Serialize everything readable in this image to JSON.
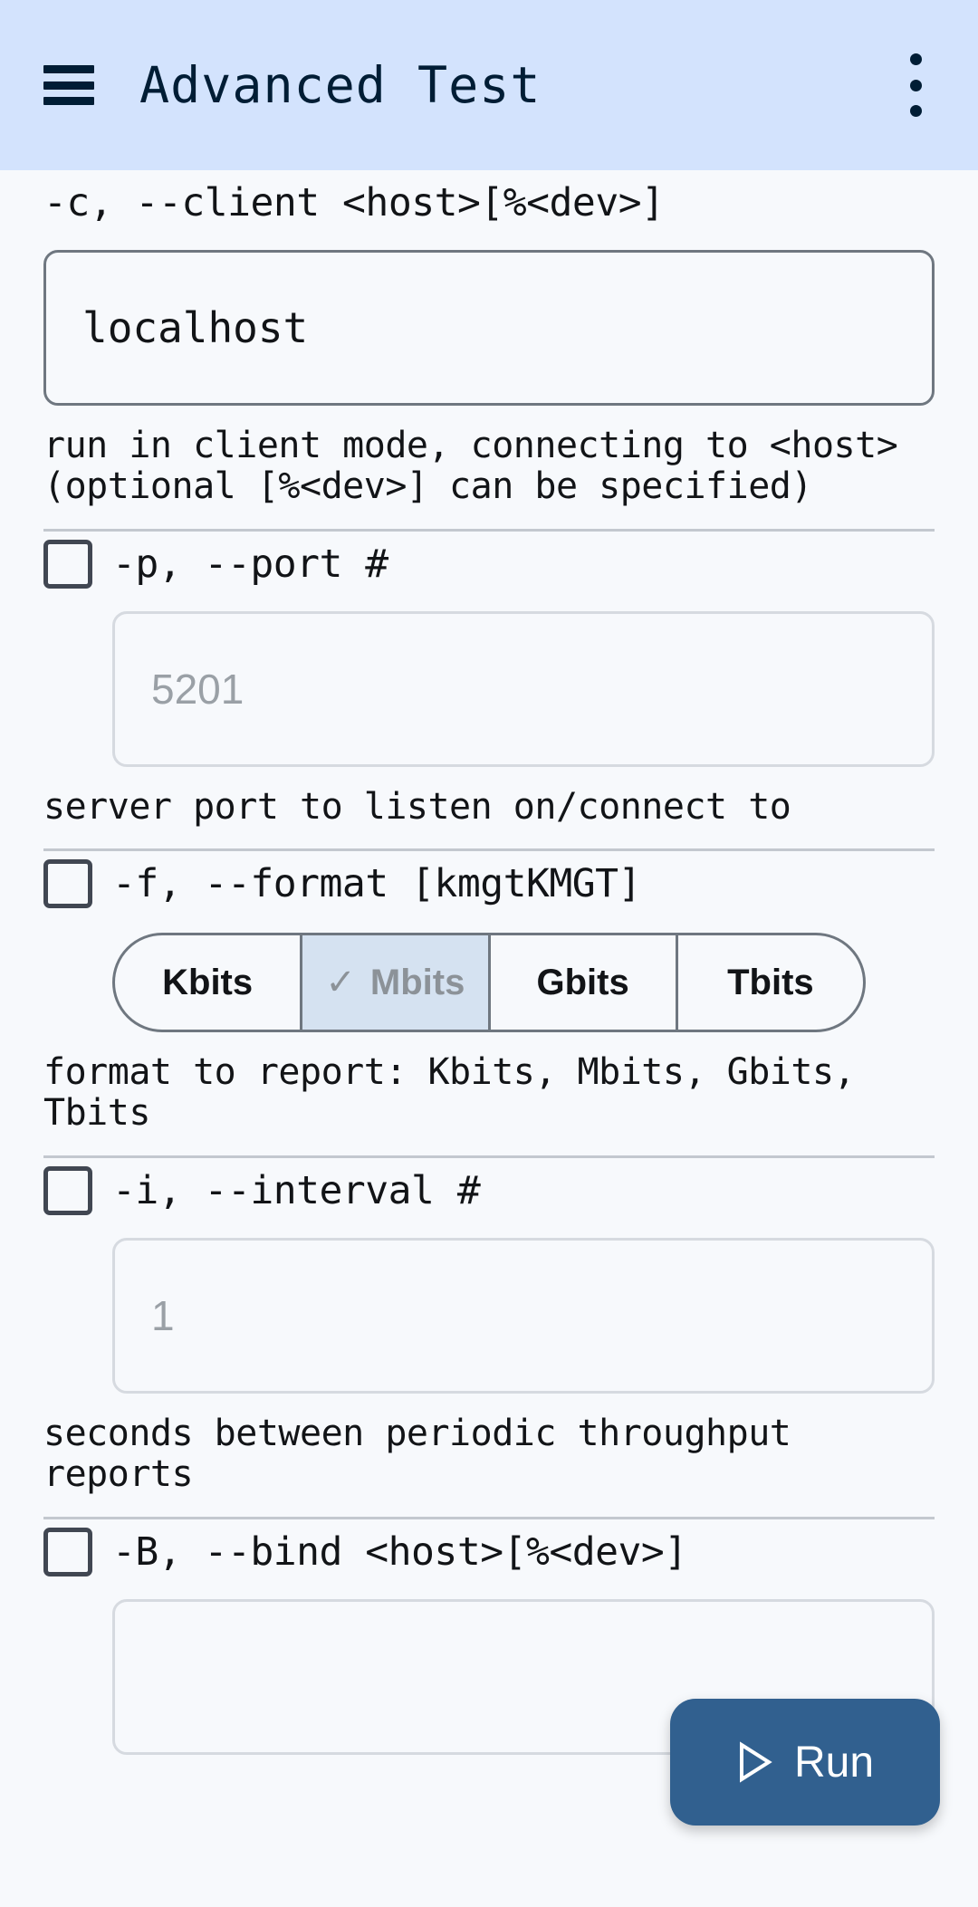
{
  "appbar": {
    "menu_icon": "hamburger-icon",
    "title": "Advanced Test",
    "overflow_icon": "more-vert-icon"
  },
  "options": [
    {
      "id": "client",
      "has_checkbox": false,
      "label": "-c, --client <host>[%<dev>]",
      "input": {
        "type": "text",
        "value": "localhost",
        "enabled": true
      },
      "description": "run in client mode, connecting to <host> (optional [%<dev>] can be specified)"
    },
    {
      "id": "port",
      "has_checkbox": true,
      "checked": false,
      "label": "-p, --port #",
      "input": {
        "type": "text",
        "placeholder": "5201",
        "enabled": false
      },
      "description": "server port to listen on/connect to"
    },
    {
      "id": "format",
      "has_checkbox": true,
      "checked": false,
      "label": "-f, --format [kmgtKMGT]",
      "segments": [
        {
          "label": "Kbits",
          "selected": false
        },
        {
          "label": "Mbits",
          "selected": true
        },
        {
          "label": "Gbits",
          "selected": false
        },
        {
          "label": "Tbits",
          "selected": false
        }
      ],
      "check_glyph": "✓",
      "description": "format to report: Kbits, Mbits, Gbits, Tbits"
    },
    {
      "id": "interval",
      "has_checkbox": true,
      "checked": false,
      "label": "-i, --interval #",
      "input": {
        "type": "text",
        "placeholder": "1",
        "enabled": false
      },
      "description": "seconds between periodic throughput reports"
    },
    {
      "id": "bind",
      "has_checkbox": true,
      "checked": false,
      "label": "-B, --bind <host>[%<dev>]",
      "input": {
        "type": "text",
        "placeholder": "",
        "enabled": false
      },
      "description": ""
    }
  ],
  "fab": {
    "label": "Run",
    "icon": "play-icon"
  },
  "colors": {
    "appbar_bg": "#d3e3fd",
    "page_bg": "#f7f9fc",
    "accent": "#31608f",
    "segment_selected_bg": "#d5e2f1",
    "text": "#121417",
    "on_appbar": "#001d35"
  }
}
